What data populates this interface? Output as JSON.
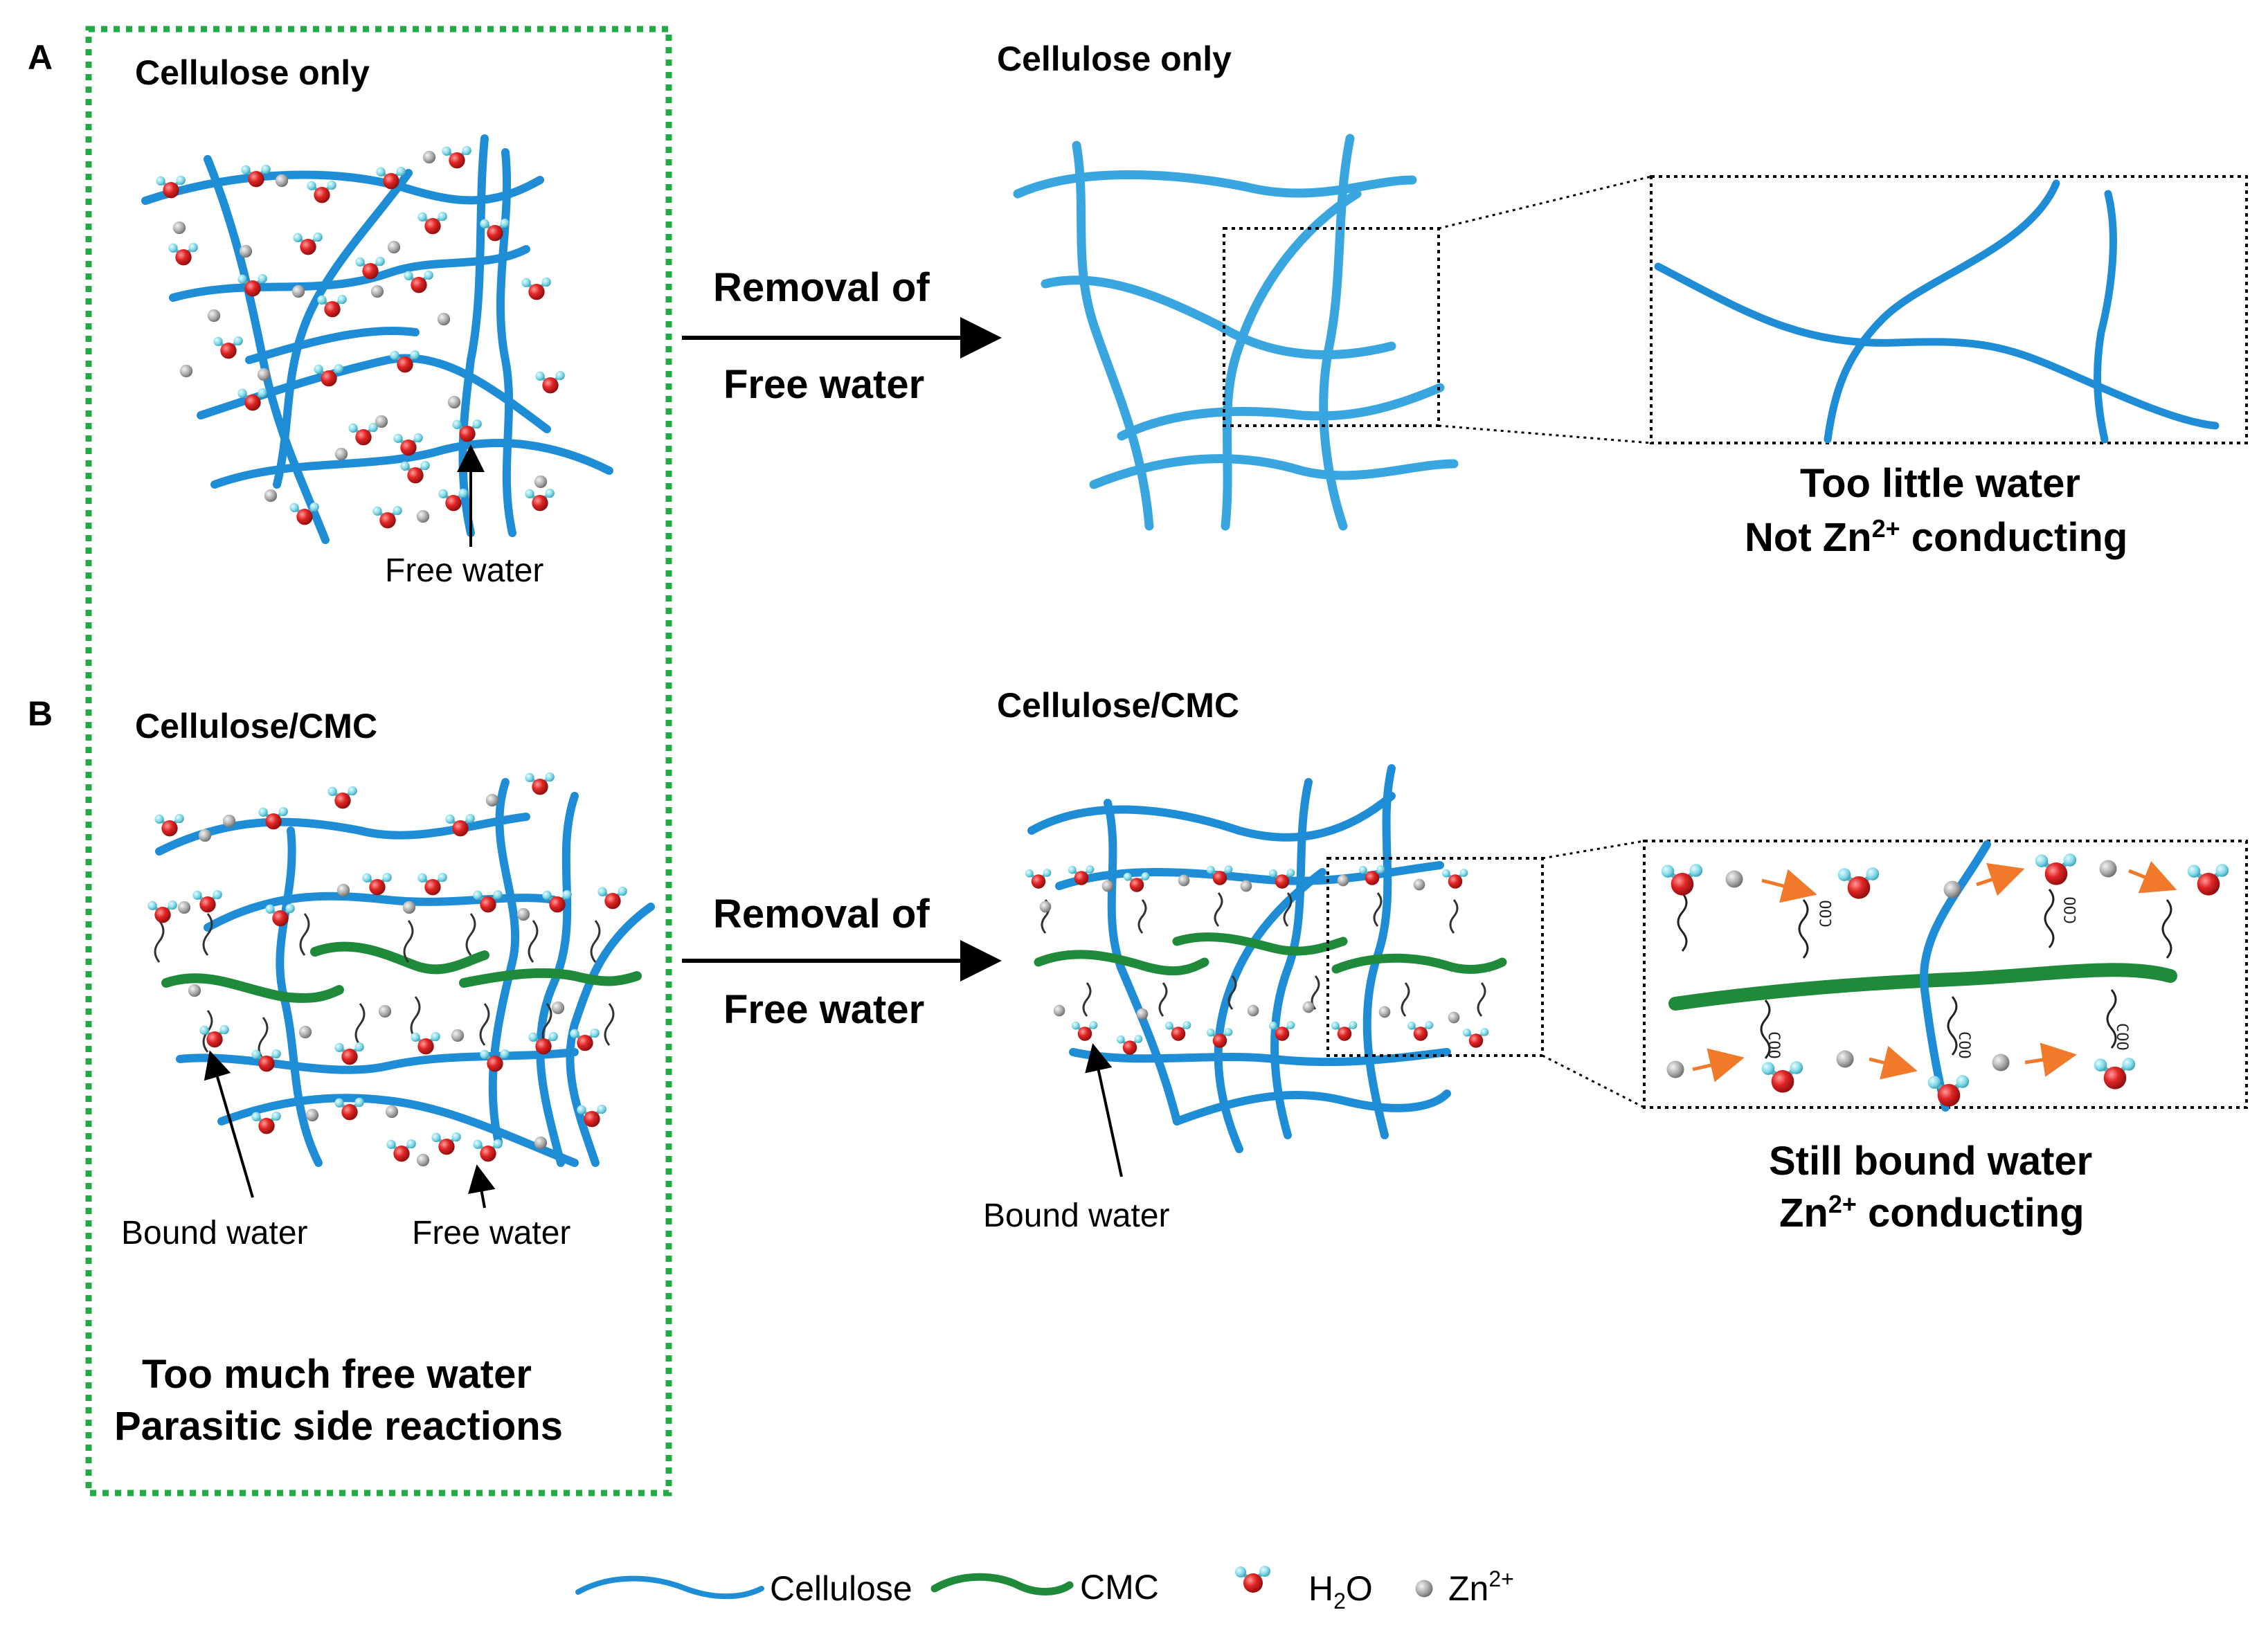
{
  "panels": {
    "a": {
      "letter": "A",
      "title_left": "Cellulose only",
      "title_right": "Cellulose only",
      "arrow_line1": "Removal of",
      "arrow_line2": "Free water",
      "free_water_label": "Free water",
      "caption_line1": "Too little water",
      "caption_line2_pre": "Not Zn",
      "caption_line2_sup": "2+",
      "caption_line2_post": " conducting"
    },
    "b": {
      "letter": "B",
      "title_left": "Cellulose/CMC",
      "title_right": "Cellulose/CMC",
      "arrow_line1": "Removal of",
      "arrow_line2": "Free water",
      "bound_water_left": "Bound water",
      "free_water_left": "Free water",
      "bound_water_right": "Bound water",
      "caption_line1": "Still bound water",
      "caption_line2_pre": "Zn",
      "caption_line2_sup": "2+",
      "caption_line2_post": " conducting",
      "bottom_line1": "Too much free water",
      "bottom_line2": "Parasitic side reactions",
      "coo_label": "COO"
    }
  },
  "legend": {
    "cellulose": "Cellulose",
    "cmc": "CMC",
    "h2o_pre": "H",
    "h2o_sub": "2",
    "h2o_post": "O",
    "zn_pre": "Zn",
    "zn_sup": "2+"
  },
  "colors": {
    "cellulose": "#1f8dd6",
    "cellulose_light": "#3aa6e0",
    "cmc": "#1f8a3a",
    "oxygen": "#d42020",
    "hydrogen": "#7fd8e6",
    "zinc": "#a8a8a8",
    "dashed_box": "#22aa44",
    "orange_arrow": "#f07a2a"
  }
}
